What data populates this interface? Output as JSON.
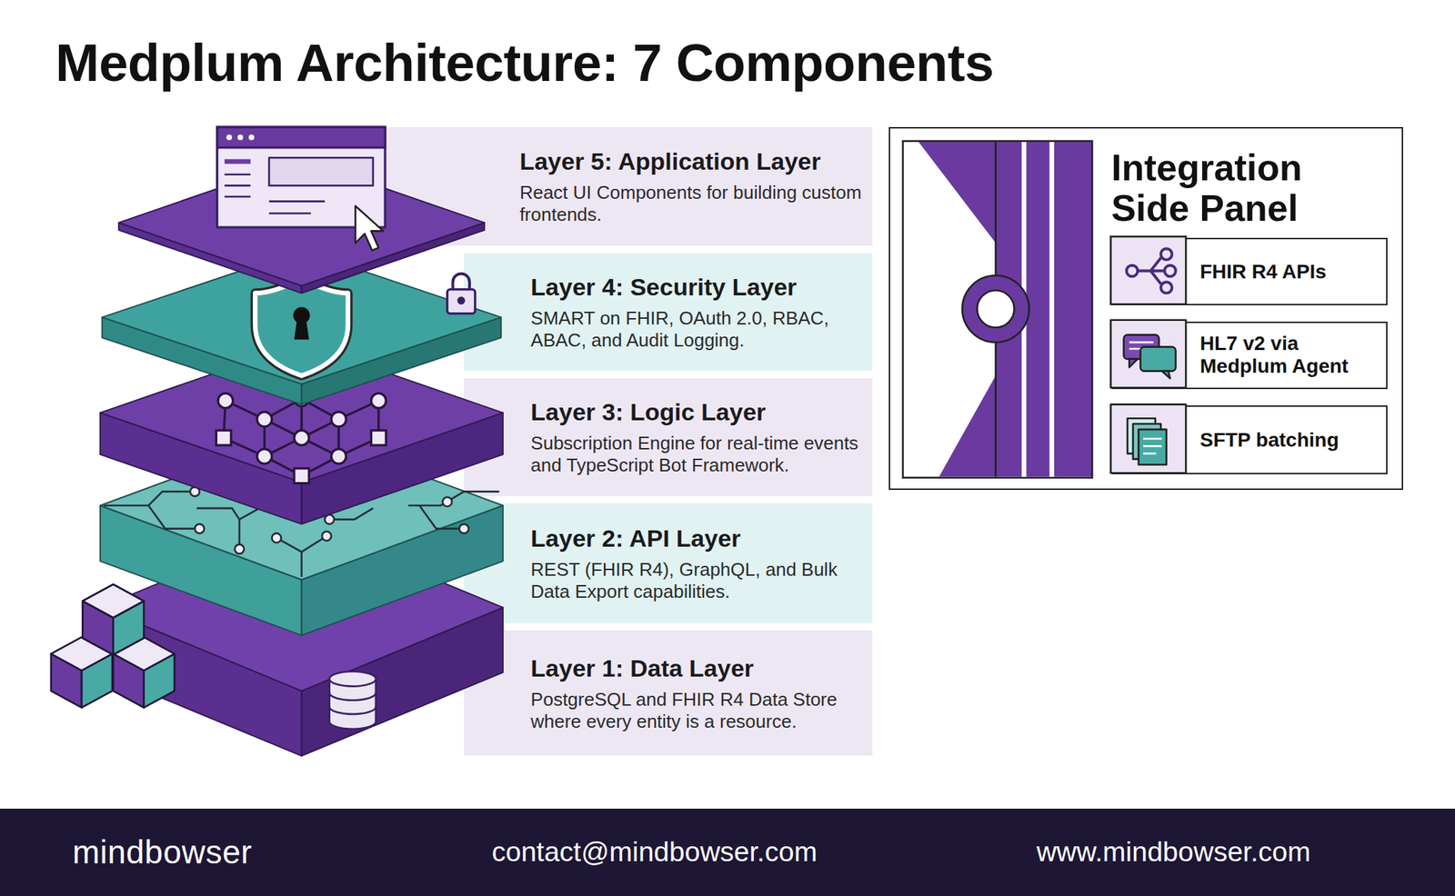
{
  "diagram": {
    "title": "Medplum Architecture: 7 Components",
    "nodes": [
      {
        "text": [
          "Layer 5: Application Layer",
          "React UI Components for building custom frontends."
        ]
      },
      {
        "text": [
          "Layer 4: Security Layer",
          "SMART on FHIR, OAuth 2.0, RBAC, ABAC, and Audit Logging."
        ]
      },
      {
        "text": [
          "Layer 3: Logic Layer",
          "Subscription Engine for real-time events and TypeScript Bot Framework."
        ]
      },
      {
        "text": [
          "Layer 2: API Layer",
          "REST (FHIR R4), GraphQL, and Bulk Data Export capabilities."
        ]
      },
      {
        "text": [
          "Layer 1: Data Layer",
          "PostgreSQL and FHIR R4 Data Store where every entity is a resource."
        ]
      },
      {
        "text": [
          "Integration Side Panel"
        ]
      },
      {
        "text": [
          "FHIR R4 APIs"
        ],
        "in": 5
      },
      {
        "text": [
          "HL7 v2 via Medplum Agent"
        ],
        "in": 5
      },
      {
        "text": [
          "SFTP batching"
        ],
        "in": 5
      },
      {
        "text": [
          "mindbowser",
          "contact@mindbowser.com",
          "www.mindbowser.com"
        ]
      }
    ]
  }
}
